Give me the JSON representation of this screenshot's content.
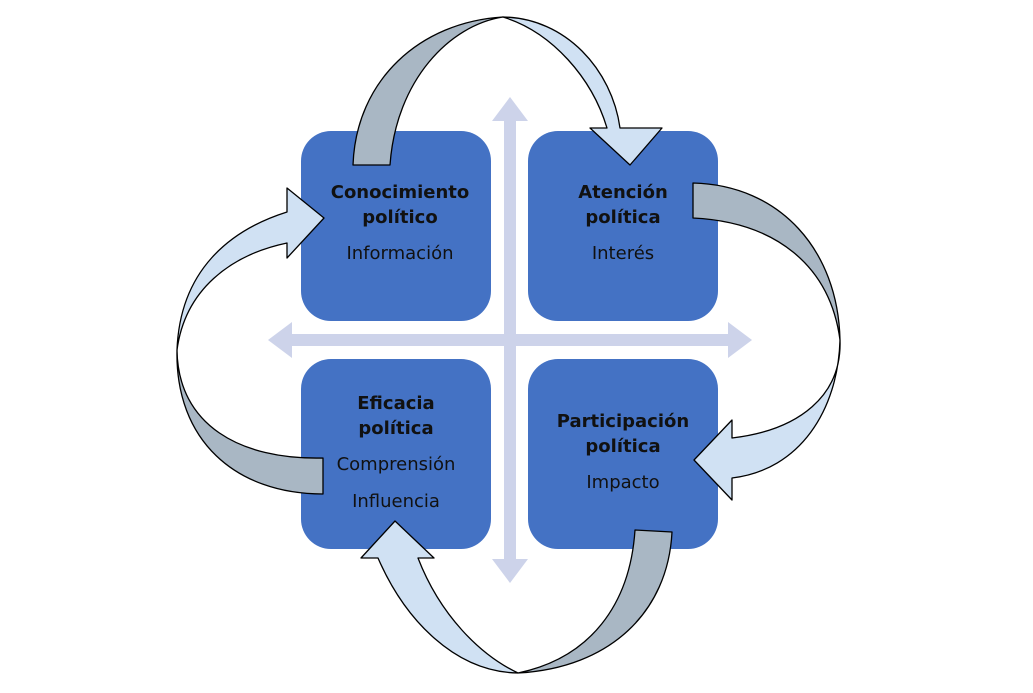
{
  "colors": {
    "box_fill": "#4472c4",
    "cross_arrow": "#cdd3ea",
    "arrow_dark": "#a9b7c4",
    "arrow_light": "#d0e1f3",
    "arrow_stroke": "#000000"
  },
  "quadrants": [
    {
      "id": "top-left",
      "title_line1": "Conocimiento",
      "title_line2": "político",
      "details": [
        "Información"
      ]
    },
    {
      "id": "top-right",
      "title_line1": "Atención",
      "title_line2": "política",
      "details": [
        "Interés"
      ]
    },
    {
      "id": "bottom-left",
      "title_line1": "Eficacia",
      "title_line2": "política",
      "details": [
        "Comprensión",
        "Influencia"
      ]
    },
    {
      "id": "bottom-right",
      "title_line1": "Participación",
      "title_line2": "política",
      "details": [
        "Impacto"
      ]
    }
  ],
  "cycle": {
    "direction": "clockwise",
    "arrows": [
      {
        "from": "Conocimiento político",
        "to": "Atención política"
      },
      {
        "from": "Atención política",
        "to": "Participación política"
      },
      {
        "from": "Participación política",
        "to": "Eficacia política"
      },
      {
        "from": "Eficacia política",
        "to": "Conocimiento político"
      }
    ]
  },
  "axes": {
    "type": "four-way cross",
    "directions": [
      "up",
      "down",
      "left",
      "right"
    ]
  }
}
